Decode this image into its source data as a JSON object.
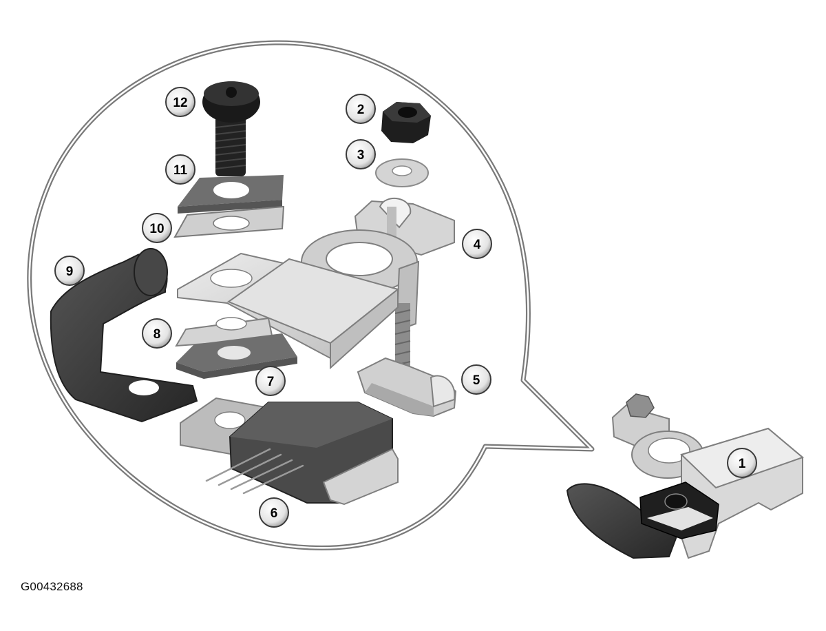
{
  "figure": {
    "id": "G00432688"
  },
  "callouts": [
    {
      "number": "1",
      "part": "assembled-clamp"
    },
    {
      "number": "2",
      "part": "hex-nut"
    },
    {
      "number": "3",
      "part": "washer"
    },
    {
      "number": "4",
      "part": "terminal-clamp-body"
    },
    {
      "number": "5",
      "part": "clamp-jaw-bolt"
    },
    {
      "number": "6",
      "part": "sensor-module"
    },
    {
      "number": "7",
      "part": "sensor-contact-plate"
    },
    {
      "number": "8",
      "part": "lower-plates"
    },
    {
      "number": "9",
      "part": "cable-boot"
    },
    {
      "number": "10",
      "part": "spacer-plate"
    },
    {
      "number": "11",
      "part": "insulating-pad"
    },
    {
      "number": "12",
      "part": "torx-screw"
    }
  ],
  "colors": {
    "light_metal": "#d9d9d9",
    "mid_metal": "#b5b5b5",
    "dark_rubber": "#3a3a3a",
    "pad": "#6f6f6f",
    "module": "#4d4d4d",
    "outline": "#2b2b2b"
  }
}
